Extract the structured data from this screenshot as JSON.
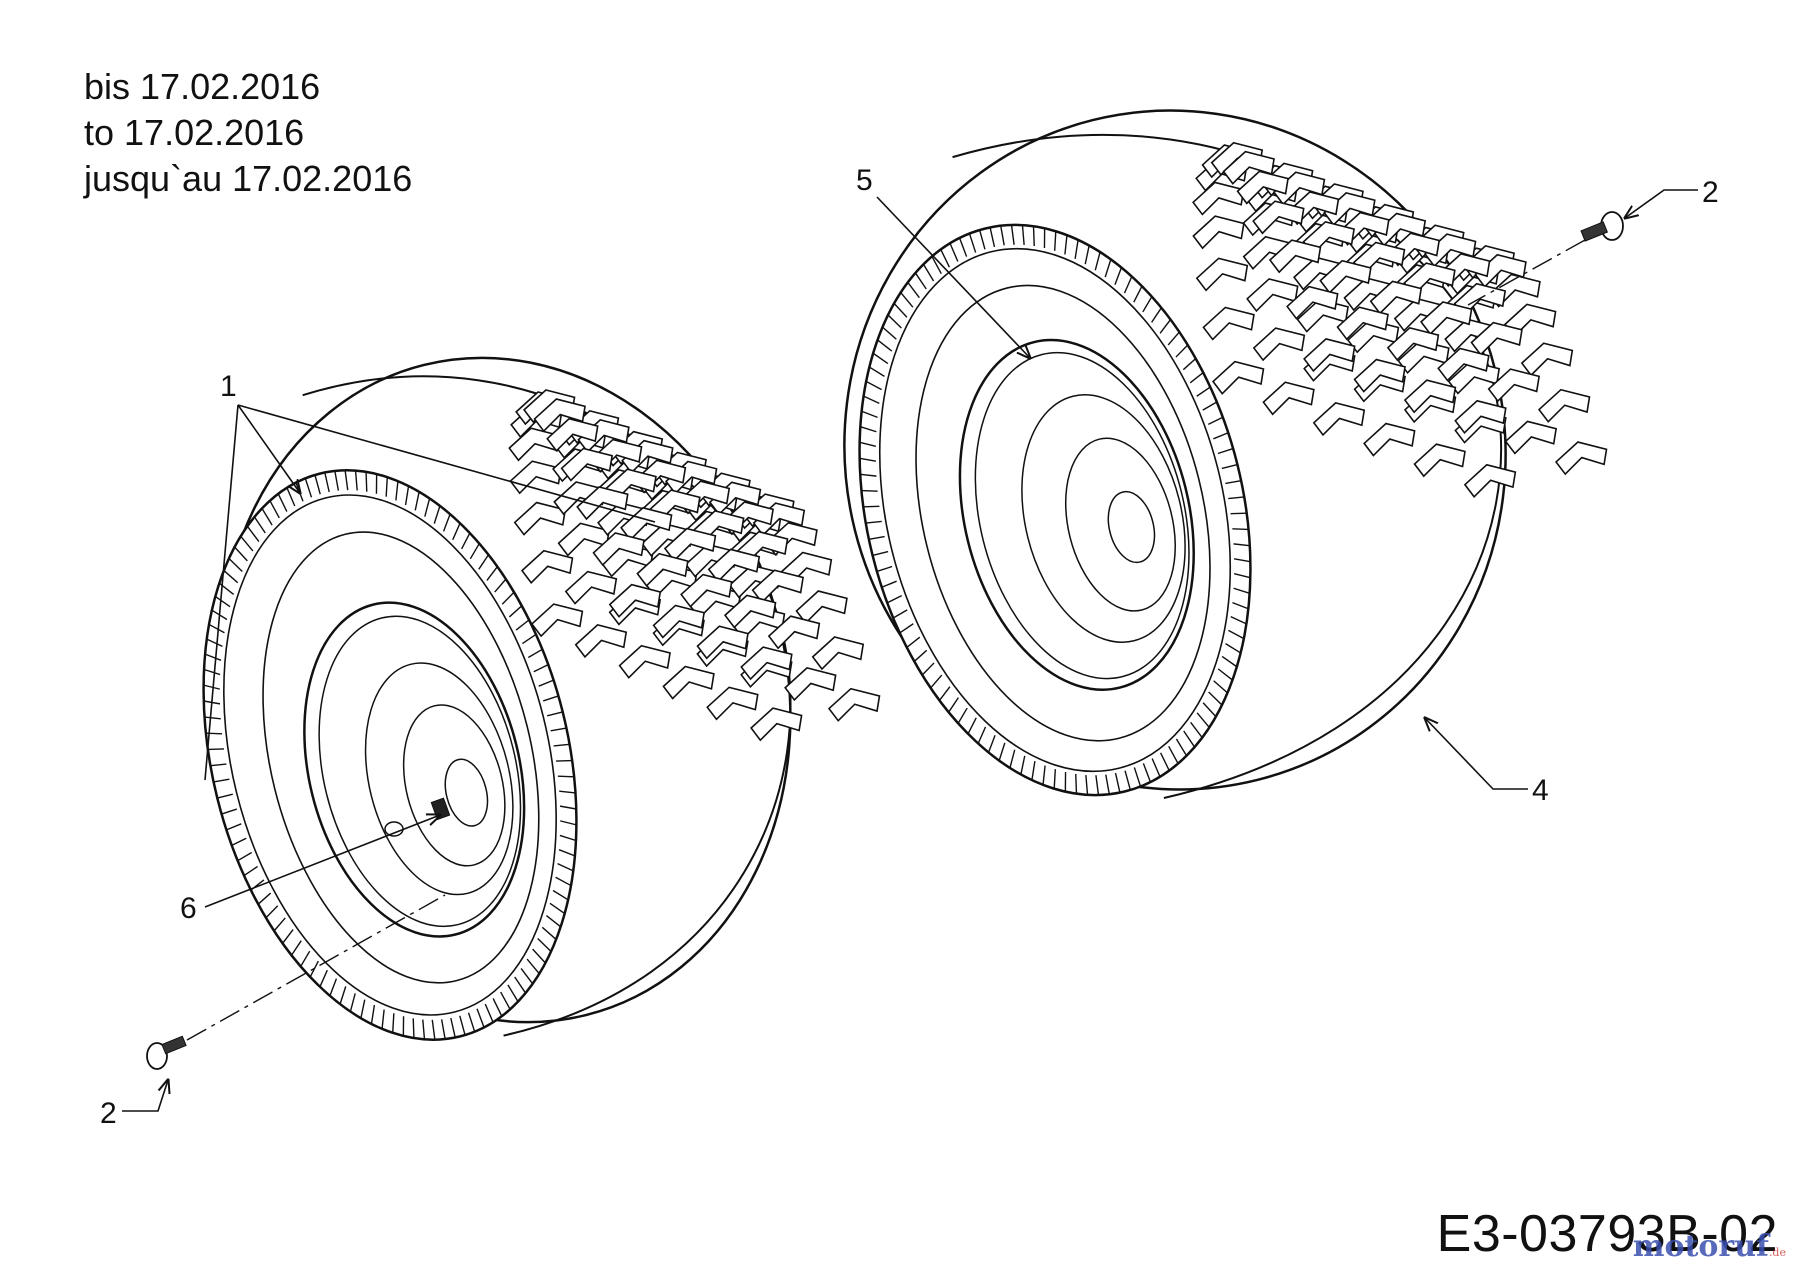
{
  "validity": {
    "de": "bis 17.02.2016",
    "en": "to 17.02.2016",
    "fr": "jusqu`au 17.02.2016"
  },
  "drawing_code": "E3-03793B-02",
  "watermark": "motoruf",
  "watermark_suffix": ".de",
  "callouts": {
    "wheel_assembly": "1",
    "bolt_left": "2",
    "bolt_right": "2",
    "tire": "4",
    "rim": "5",
    "valve": "6"
  }
}
